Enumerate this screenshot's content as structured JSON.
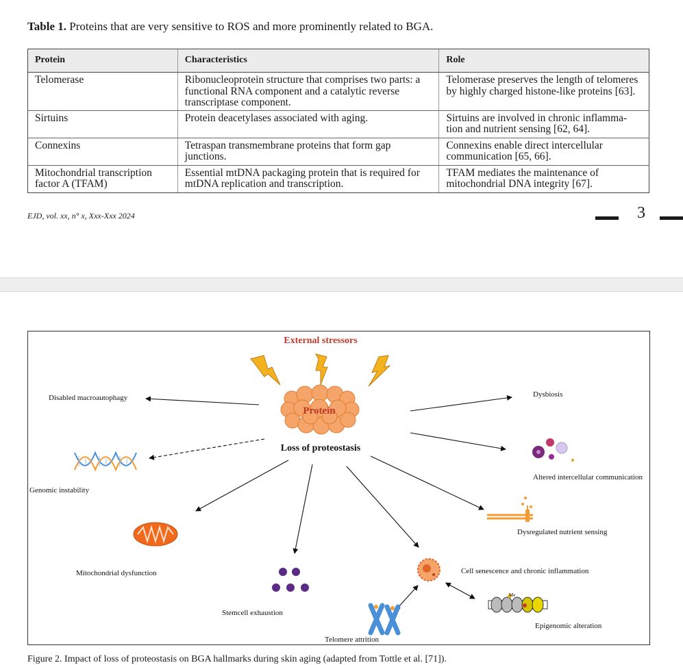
{
  "table": {
    "caption_label": "Table 1.",
    "caption_text": "Proteins that are very sensitive to ROS and more prominently related to BGA.",
    "headers": [
      "Protein",
      "Characteristics",
      "Role"
    ],
    "rows": [
      {
        "protein": "Telomerase",
        "characteristics": "Ribonucleoprotein structure that comprises two parts: a functional RNA component and a catalytic reverse transcriptase component.",
        "role": "Telomerase preserves the length of telomeres by highly charged histone-like proteins [63]."
      },
      {
        "protein": "Sirtuins",
        "characteristics": "Protein deacetylases associated with aging.",
        "role": "Sirtuins are involved in chronic inflamma-tion and nutrient sensing [62, 64]."
      },
      {
        "protein": "Connexins",
        "characteristics": "Tetraspan transmembrane proteins that form gap junctions.",
        "role": "Connexins enable direct intercellular communication [65, 66]."
      },
      {
        "protein": "Mitochondrial transcription factor A (TFAM)",
        "characteristics": "Essential mtDNA packaging protein that is required for mtDNA replication and transcription.",
        "role": "TFAM mediates the maintenance of mitochondrial DNA integrity [67]."
      }
    ]
  },
  "footer": {
    "journal": "EJD, vol. xx, n° x, Xxx-Xxx 2024",
    "page_number": "3"
  },
  "figure": {
    "title": "External stressors",
    "center_label": "Protein",
    "center_caption": "Loss of proteostasis",
    "labels": {
      "macroautophagy": "Disabled macroautophagy",
      "genomic": "Genomic instability",
      "mitochondrial": "Mitochondrial dysfunction",
      "stemcell": "Stemcell exhaustion",
      "telomere": "Telomere attrition",
      "senescence": "Cell senescence and chronic inflammation",
      "epigenomic": "Epigenomic alteration",
      "nutrient": "Dysregulated nutrient sensing",
      "communication": "Altered intercellular communication",
      "dysbiosis": "Dysbiosis",
      "methyl": "Me"
    },
    "colors": {
      "title": "#c0392b",
      "protein": "#f6a56a",
      "dna_blue": "#4a90d9",
      "dna_orange": "#f39c34",
      "mito": "#f06a1e",
      "stem": "#5b2a86"
    }
  },
  "next_caption": "Figure 2. Impact of loss of proteostasis on BGA hallmarks during skin aging (adapted from Tottle et al. [71])."
}
